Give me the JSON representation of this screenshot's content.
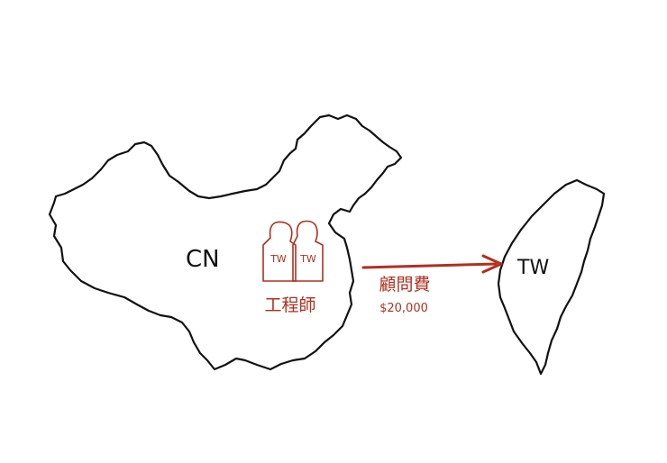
{
  "labels": {
    "china": "CN",
    "taiwan_map": "TW",
    "engineer_left": "TW",
    "engineer_right": "TW",
    "engineers_caption": "工程師",
    "arrow_label": "顧問費",
    "arrow_amount": "$20,000"
  },
  "colors": {
    "ink": "#111111",
    "accent": "#b03020",
    "background": "#ffffff"
  }
}
